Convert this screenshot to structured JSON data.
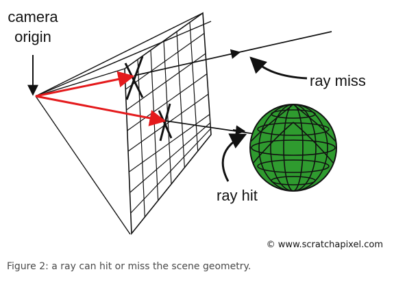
{
  "diagram": {
    "labels": {
      "camera_origin_line1": "camera",
      "camera_origin_line2": "origin",
      "ray_miss": "ray miss",
      "ray_hit": "ray hit",
      "credit": "© www.scratchapixel.com"
    },
    "colors": {
      "line": "#111111",
      "ray": "#e41a1c",
      "sphere_fill": "#2f9b2f",
      "background": "#ffffff"
    },
    "icons": {
      "camera_pointer": "down-arrow-icon",
      "miss_pointer": "curved-arrow-icon",
      "hit_pointer": "curved-arrow-icon"
    }
  },
  "caption": {
    "text": "Figure 2: a ray can hit or miss the scene geometry."
  }
}
